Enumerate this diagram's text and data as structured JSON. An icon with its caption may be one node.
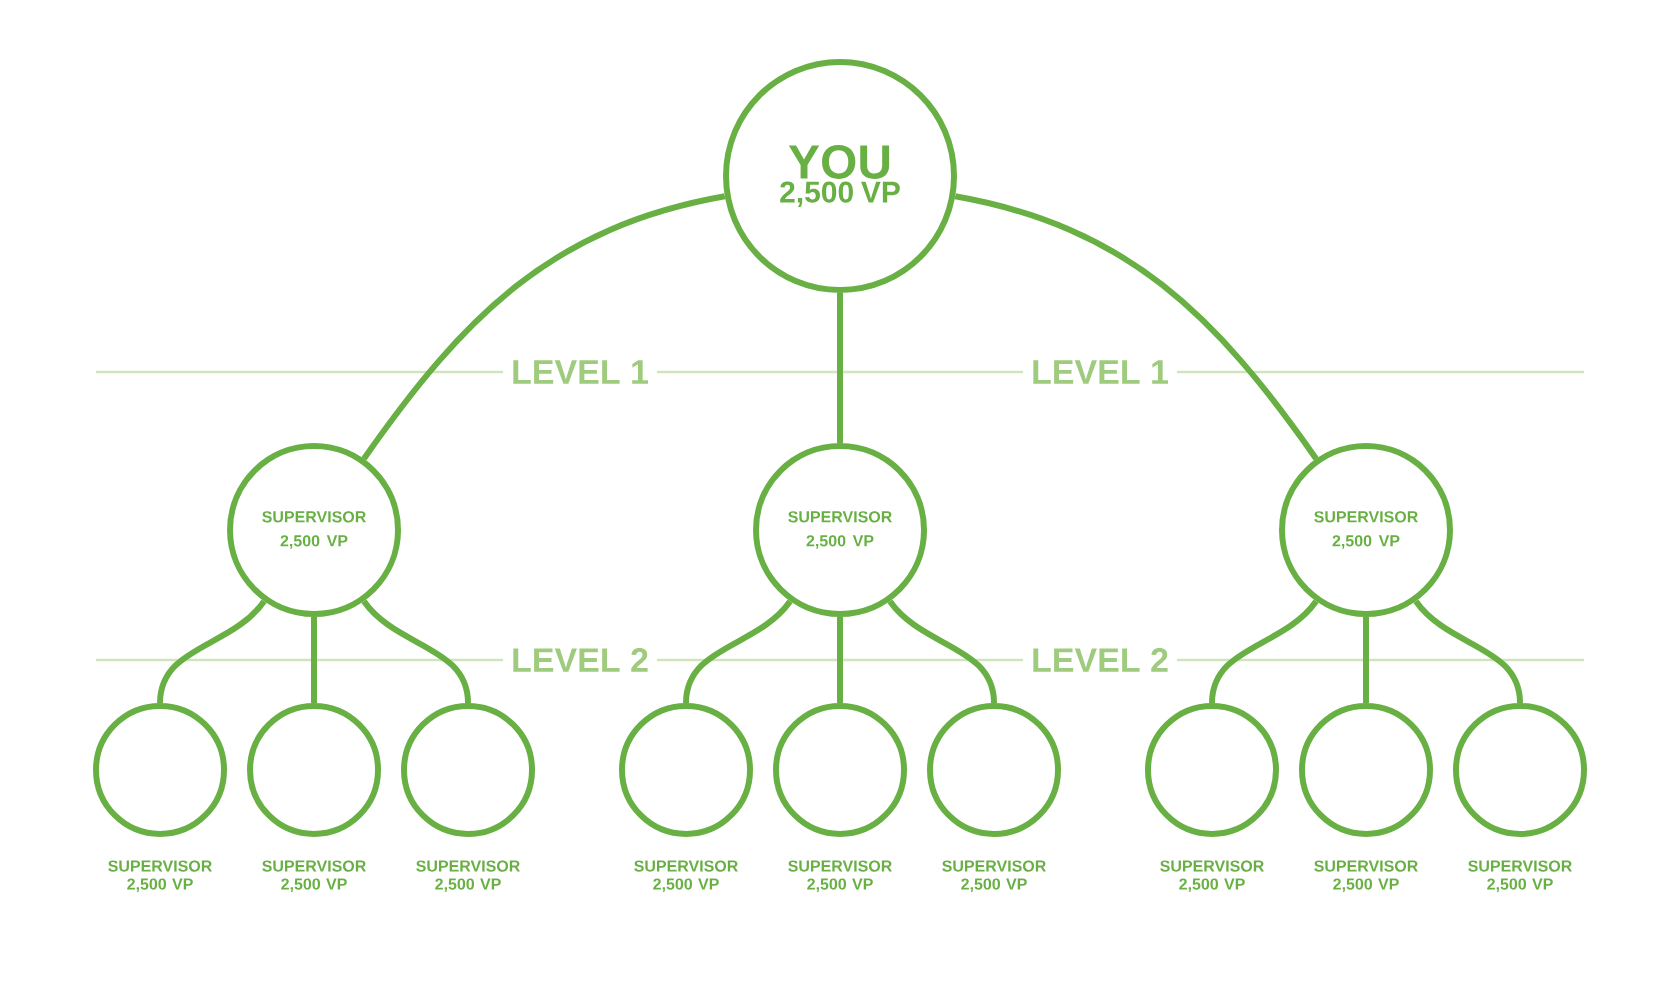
{
  "diagram": {
    "nodes": [
      {
        "text": [
          "YOU",
          "2,500 VP"
        ]
      },
      {
        "text": [
          "SUPERVISOR 2,500 VP"
        ]
      },
      {
        "text": [
          "SUPERVISOR 2,500 VP"
        ]
      },
      {
        "text": [
          "SUPERVISOR 2,500 VP"
        ]
      },
      {
        "text": [],
        "shape": "circle",
        "beside": [
          "SUPERVISOR 2,500 VP"
        ]
      },
      {
        "text": [],
        "shape": "circle",
        "beside": [
          "SUPERVISOR 2,500 VP"
        ]
      },
      {
        "text": [],
        "shape": "circle",
        "beside": [
          "SUPERVISOR 2,500 VP"
        ]
      },
      {
        "text": [],
        "shape": "circle",
        "beside": [
          "SUPERVISOR 2,500 VP"
        ]
      },
      {
        "text": [],
        "shape": "circle",
        "beside": [
          "SUPERVISOR 2,500 VP"
        ]
      },
      {
        "text": [],
        "shape": "circle",
        "beside": [
          "SUPERVISOR 2,500 VP"
        ]
      },
      {
        "text": [],
        "shape": "circle",
        "beside": [
          "SUPERVISOR 2,500 VP"
        ]
      },
      {
        "text": [],
        "shape": "circle",
        "beside": [
          "SUPERVISOR 2,500 VP"
        ]
      },
      {
        "text": [],
        "shape": "circle",
        "beside": [
          "SUPERVISOR 2,500 VP"
        ]
      }
    ],
    "edges": [
      {
        "from": 0,
        "to": 1,
        "arrow": "none"
      },
      {
        "from": 0,
        "to": 2,
        "arrow": "none"
      },
      {
        "from": 0,
        "to": 3,
        "arrow": "none"
      },
      {
        "from": 1,
        "to": 4,
        "arrow": "none"
      },
      {
        "from": 1,
        "to": 5,
        "arrow": "none"
      },
      {
        "from": 1,
        "to": 6,
        "arrow": "none"
      },
      {
        "from": 2,
        "to": 7,
        "arrow": "none"
      },
      {
        "from": 2,
        "to": 8,
        "arrow": "none"
      },
      {
        "from": 2,
        "to": 9,
        "arrow": "none"
      },
      {
        "from": 3,
        "to": 10,
        "arrow": "none"
      },
      {
        "from": 3,
        "to": 11,
        "arrow": "none"
      },
      {
        "from": 3,
        "to": 12,
        "arrow": "none"
      }
    ],
    "labels": [
      "LEVEL 1",
      "LEVEL 1",
      "LEVEL 2",
      "LEVEL 2"
    ]
  }
}
